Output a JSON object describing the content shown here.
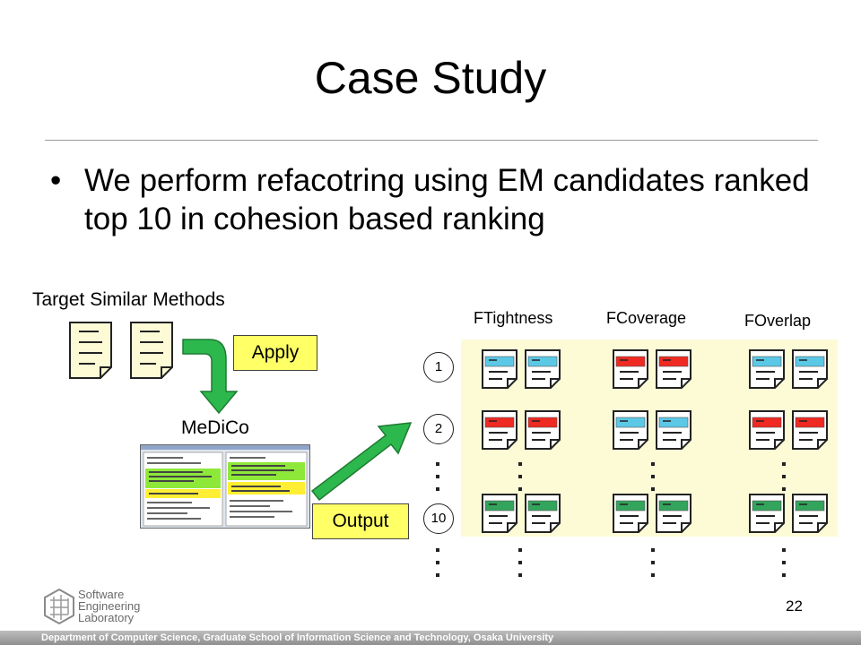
{
  "slide": {
    "title": "Case Study",
    "bullet_marker": "•",
    "bullet_text": "We perform refacotring using EM candidates ranked top 10 in cohesion based ranking",
    "page_number": "22"
  },
  "diagram": {
    "target_label": "Target Similar Methods",
    "apply_label": "Apply",
    "tool_label": "MeDiCo",
    "output_label": "Output",
    "columns": [
      "FTightness",
      "FCoverage",
      "FOverlap"
    ],
    "ranks": [
      "1",
      "2",
      "10"
    ],
    "colors": {
      "blue": "#5bc8e6",
      "red": "#ee2a22",
      "green": "#33a45c",
      "arrow": "#2db84d",
      "highlight": "#ffff66",
      "panel": "#fdfbd6"
    },
    "rows": [
      {
        "rank": "1",
        "cells": [
          "blue",
          "red",
          "blue"
        ]
      },
      {
        "rank": "2",
        "cells": [
          "red",
          "blue",
          "red"
        ]
      },
      {
        "rank": "10",
        "cells": [
          "green",
          "green",
          "green"
        ]
      }
    ]
  },
  "footer": {
    "logo_line1": "Software",
    "logo_line2": "Engineering",
    "logo_line3": "Laboratory",
    "department": "Department of Computer Science, Graduate School of Information Science and Technology, Osaka University"
  }
}
